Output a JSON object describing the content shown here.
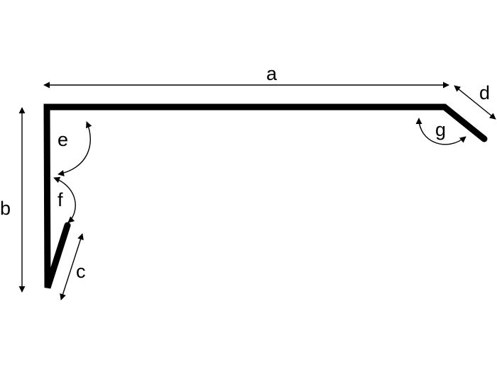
{
  "labels": {
    "a": "a",
    "b": "b",
    "c": "c",
    "d": "d",
    "e": "e",
    "f": "f",
    "g": "g"
  },
  "colors": {
    "stroke": "#000000",
    "background": "#ffffff"
  }
}
